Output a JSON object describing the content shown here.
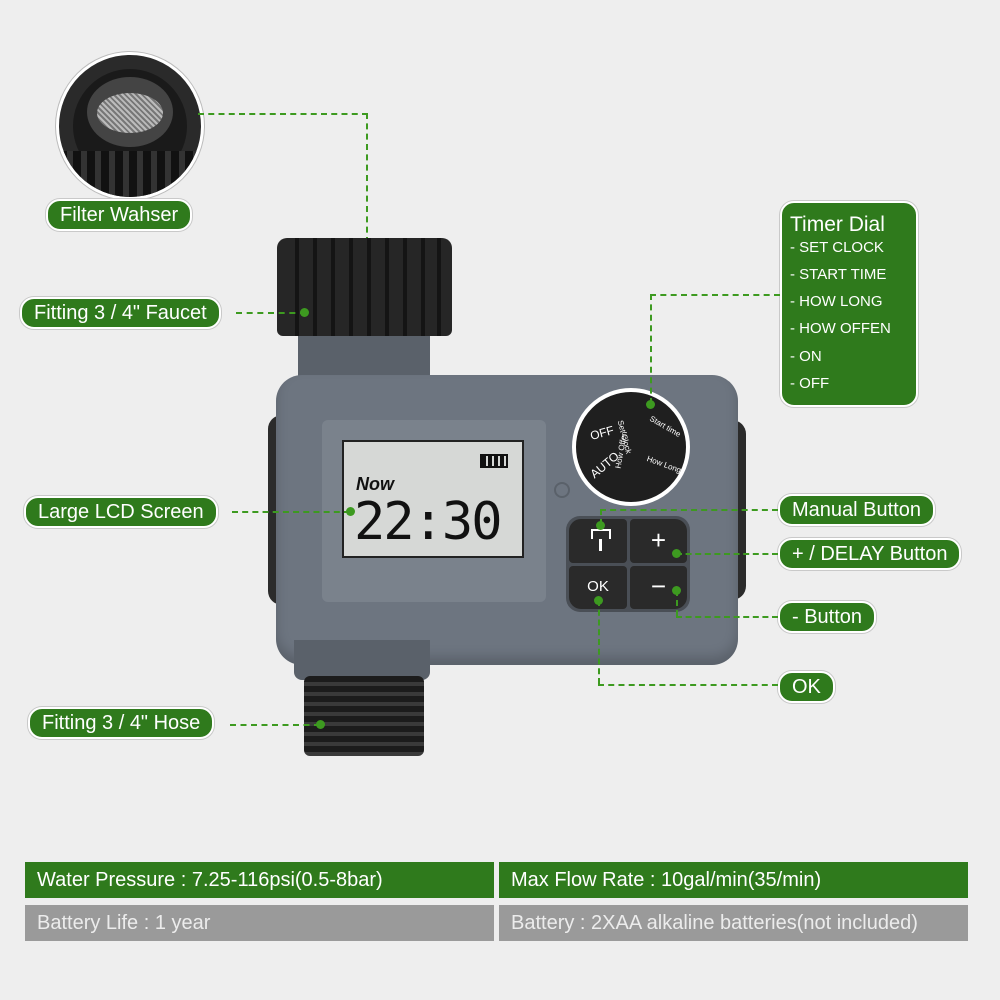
{
  "labels": {
    "filter_washer": "Filter Wahser",
    "fitting_faucet": "Fitting 3 / 4\" Faucet",
    "lcd_screen": "Large LCD Screen",
    "fitting_hose": "Fitting 3 / 4\" Hose",
    "manual_button": "Manual Button",
    "plus_delay_button": "+ / DELAY Button",
    "minus_button": "- Button",
    "ok": "OK"
  },
  "timer_dial": {
    "title": "Timer Dial",
    "items": [
      "- SET CLOCK",
      "- START TIME",
      "- HOW LONG",
      "- HOW OFFEN",
      "- ON",
      "- OFF"
    ]
  },
  "device": {
    "lcd_now": "Now",
    "lcd_time": "22:30",
    "dial_off": "OFF",
    "dial_auto": "AUTO",
    "dial_set_clock": "Set Clock",
    "dial_start_time": "Start time",
    "dial_how_long": "How Long",
    "dial_how_offen": "How Offen",
    "btn_plus": "+",
    "btn_minus": "−",
    "btn_ok": "OK"
  },
  "specs": {
    "water_pressure": "Water Pressure : 7.25-116psi(0.5-8bar)",
    "max_flow_rate": "Max Flow Rate : 10gal/min(35/min)",
    "battery_life": "Battery Life : 1 year",
    "battery": "Battery : 2XAA alkaline batteries(not included)"
  },
  "colors": {
    "label_green": "#2f7a1c",
    "leader_green": "#3d9a20",
    "body_gray": "#6d7580",
    "lcd_bg": "#d6d8d6"
  },
  "icons": [
    "filter-screen-icon",
    "faucet-tap-icon",
    "battery-icon"
  ]
}
